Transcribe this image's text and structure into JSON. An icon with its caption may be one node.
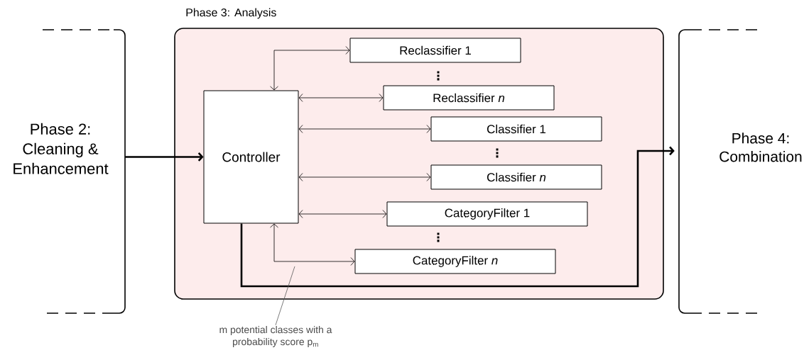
{
  "diagram": {
    "nodes": [
      {
        "text": [
          "Phase 2: Cleaning & Enhancement"
        ]
      },
      {
        "text": [
          "Phase 3: Analysis"
        ]
      },
      {
        "text": [
          "Controller"
        ],
        "in": 1
      },
      {
        "text": [
          "Reclassifier 1"
        ],
        "in": 1
      },
      {
        "text": [
          "Reclassifier *n*"
        ],
        "in": 1
      },
      {
        "text": [
          "Classifier 1"
        ],
        "in": 1
      },
      {
        "text": [
          "Classifier *n*"
        ],
        "in": 1
      },
      {
        "text": [
          "CategoryFilter 1"
        ],
        "in": 1
      },
      {
        "text": [
          "CategoryFilter *n*"
        ],
        "in": 1
      },
      {
        "text": [
          "Phase 4: Combination"
        ]
      },
      {
        "text": [
          "m potential classes with a probability score p$_{m}$"
        ]
      }
    ],
    "edges": [
      {
        "from": 0,
        "to": 2,
        "arrow": "to",
        "style": "thick"
      },
      {
        "from": 2,
        "to": 3,
        "arrow": "both"
      },
      {
        "from": 2,
        "to": 4,
        "arrow": "both"
      },
      {
        "from": 2,
        "to": 5,
        "arrow": "both"
      },
      {
        "from": 2,
        "to": 6,
        "arrow": "both"
      },
      {
        "from": 2,
        "to": 7,
        "arrow": "both"
      },
      {
        "from": 2,
        "to": 8,
        "arrow": "both"
      },
      {
        "from": 2,
        "to": 9,
        "arrow": "to",
        "style": "thick"
      },
      {
        "from": 10,
        "to": null,
        "arrow": "none"
      }
    ],
    "labels": [
      "⋮",
      "⋮",
      "⋮"
    ]
  }
}
